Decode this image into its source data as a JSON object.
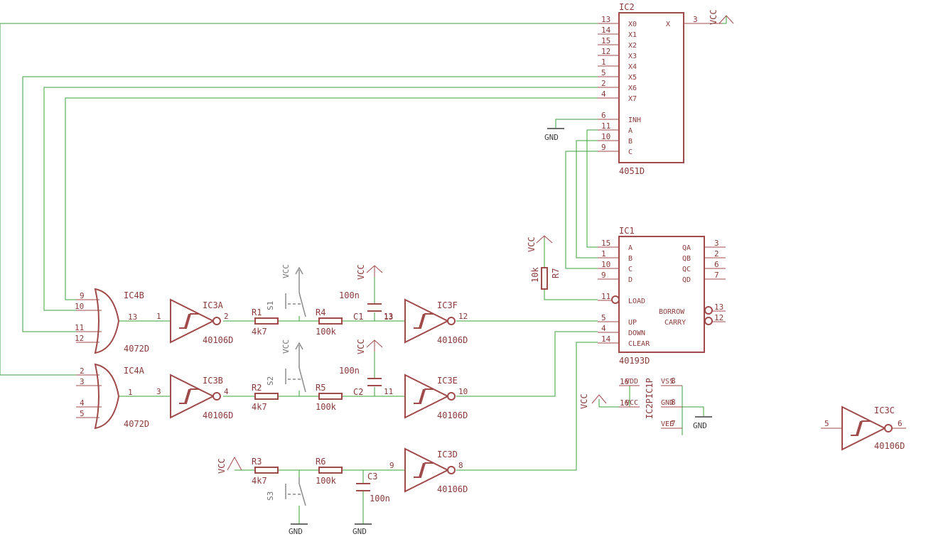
{
  "schematic": {
    "ic2": {
      "name": "IC2",
      "value": "4051D",
      "pins": [
        "X0",
        "X1",
        "X2",
        "X3",
        "X4",
        "X5",
        "X6",
        "X7",
        "INH",
        "A",
        "B",
        "C",
        "X"
      ],
      "pin_numbers": [
        "13",
        "14",
        "15",
        "12",
        "1",
        "5",
        "2",
        "4",
        "6",
        "11",
        "10",
        "9",
        "3"
      ]
    },
    "ic1": {
      "name": "IC1",
      "value": "40193D",
      "left_pins": [
        "A",
        "B",
        "C",
        "D",
        "LOAD",
        "UP",
        "DOWN",
        "CLEAR"
      ],
      "left_pin_numbers": [
        "15",
        "1",
        "10",
        "9",
        "11",
        "5",
        "4",
        "14"
      ],
      "right_pins": [
        "QA",
        "QB",
        "QC",
        "QD",
        "BORROW",
        "CARRY"
      ],
      "right_pin_numbers": [
        "3",
        "2",
        "6",
        "7",
        "13",
        "12"
      ]
    },
    "ic4b": {
      "name": "IC4B",
      "value": "4072D",
      "inputs": [
        "9",
        "10",
        "11",
        "12"
      ],
      "output": "13"
    },
    "ic4a": {
      "name": "IC4A",
      "value": "4072D",
      "inputs": [
        "2",
        "3",
        "4",
        "5"
      ],
      "output": "1"
    },
    "ic3a": {
      "name": "IC3A",
      "value": "40106D",
      "in": "1",
      "out": "2"
    },
    "ic3b": {
      "name": "IC3B",
      "value": "40106D",
      "in": "3",
      "out": "4"
    },
    "ic3c": {
      "name": "IC3C",
      "value": "40106D",
      "in": "5",
      "out": "6"
    },
    "ic3d": {
      "name": "IC3D",
      "value": "40106D",
      "in": "9",
      "out": "8"
    },
    "ic3e": {
      "name": "IC3E",
      "value": "40106D",
      "in": "11",
      "out": "10"
    },
    "ic3f": {
      "name": "IC3F",
      "value": "40106D",
      "in": "13",
      "out": "12"
    },
    "r1": {
      "name": "R1",
      "value": "4k7"
    },
    "r2": {
      "name": "R2",
      "value": "4k7"
    },
    "r3": {
      "name": "R3",
      "value": "4k7"
    },
    "r4": {
      "name": "R4",
      "value": "100k"
    },
    "r5": {
      "name": "R5",
      "value": "100k"
    },
    "r6": {
      "name": "R6",
      "value": "100k"
    },
    "r7": {
      "name": "R7",
      "value": "10k"
    },
    "c1": {
      "name": "C1",
      "value": "100n"
    },
    "c2": {
      "name": "C2",
      "value": "100n"
    },
    "c3": {
      "name": "C3",
      "value": "100n"
    },
    "s1": "S1",
    "s2": "S2",
    "s3": "S3",
    "power": {
      "label": "IC2PIC1P",
      "pin_vdd": "VDD",
      "pin_vcc": "VCC",
      "pin_vss": "VSS",
      "pin_gnd": "GND",
      "pin_vee": "VEE",
      "num_vdd": "16",
      "num_vcc": "16",
      "num_vss": "8",
      "num_gnd": "8",
      "num_vee": "7"
    },
    "nets": {
      "vcc": "VCC",
      "gnd": "GND"
    }
  }
}
